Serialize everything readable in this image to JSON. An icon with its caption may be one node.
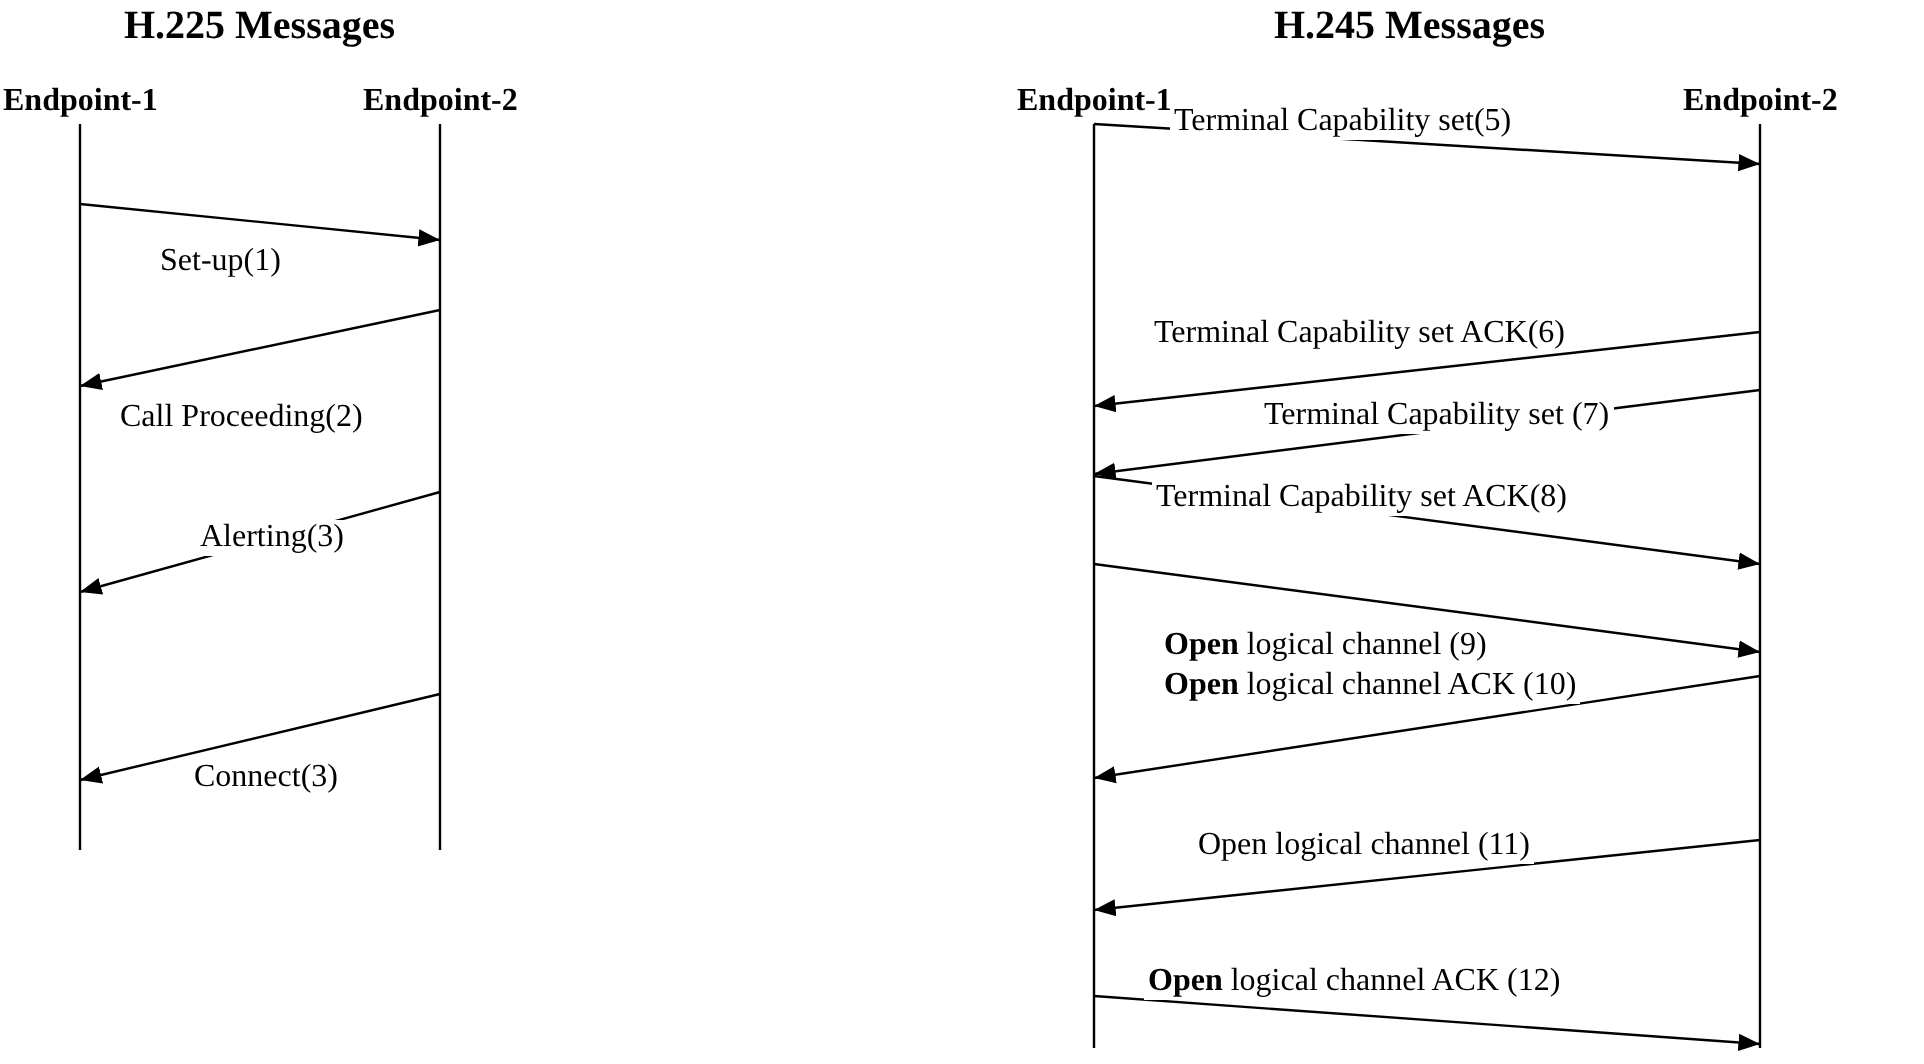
{
  "diagram": {
    "nodes": [
      {
        "text": [
          "Endpoint-1"
        ]
      },
      {
        "text": [
          "Endpoint-2"
        ]
      },
      {
        "text": [
          "Endpoint-1"
        ]
      },
      {
        "text": [
          "Endpoint-2"
        ]
      }
    ],
    "edges": [
      {
        "from": 0,
        "to": 1,
        "arrow": "to",
        "label": "Set-up(1)"
      },
      {
        "from": 1,
        "to": 0,
        "arrow": "to",
        "label": "Call Proceeding(2)"
      },
      {
        "from": 1,
        "to": 0,
        "arrow": "to",
        "label": "Alerting(3)"
      },
      {
        "from": 1,
        "to": 0,
        "arrow": "to",
        "label": "Connect(3)"
      },
      {
        "from": 2,
        "to": 3,
        "arrow": "to",
        "label": "Terminal Capability set(5)"
      },
      {
        "from": 3,
        "to": 2,
        "arrow": "to",
        "label": "Terminal Capability set ACK(6)"
      },
      {
        "from": 3,
        "to": 2,
        "arrow": "to",
        "label": "Terminal Capability set (7)"
      },
      {
        "from": 2,
        "to": 3,
        "arrow": "to",
        "label": "Terminal Capability set ACK(8)"
      },
      {
        "from": 2,
        "to": 3,
        "arrow": "to",
        "label": "**Open** logical channel (9)"
      },
      {
        "from": 3,
        "to": 2,
        "arrow": "to",
        "label": "**Open** logical channel ACK (10)"
      },
      {
        "from": 3,
        "to": 2,
        "arrow": "to",
        "label": "Open logical channel (11)"
      },
      {
        "from": 2,
        "to": 3,
        "arrow": "to",
        "label": "**Open** logical channel ACK (12)"
      }
    ],
    "labels": [
      "H.225 Messages",
      "H.245 Messages"
    ]
  }
}
